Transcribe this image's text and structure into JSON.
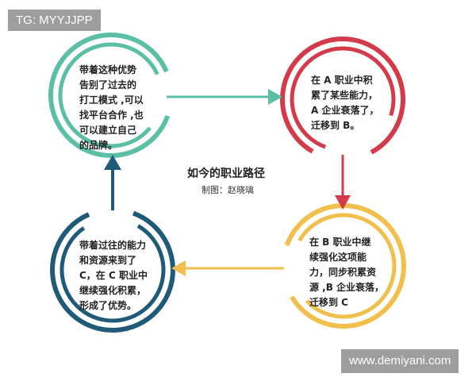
{
  "watermark_top": "TG: MYYJJPP",
  "watermark_bottom": "www.demiyani.com",
  "title": "如今的职业路径",
  "subtitle": "制图：赵晓璃",
  "colors": {
    "green": "#5bbfa6",
    "red": "#d33a4a",
    "yellow": "#f0bf4c",
    "blue": "#1f5a78"
  },
  "nodes": [
    {
      "id": "green",
      "text": "带着这种优势\n告别了过去的\n打工模式 ,可以\n找平台合作 ,也\n可以建立自己\n的品牌。"
    },
    {
      "id": "red",
      "text": "在 A 职业中积\n累了某些能力，\nA 企业衰落了，\n迁移到 B。"
    },
    {
      "id": "yellow",
      "text": "在 B 职业中继\n续强化这项能\n力，同步积累资\n源 ,B 企业衰落，\n迁移到 C"
    },
    {
      "id": "blue",
      "text": "带着过往的能力\n和资源来到了\nC，在 C 职业中\n继续强化积累，\n形成了优势。"
    }
  ]
}
